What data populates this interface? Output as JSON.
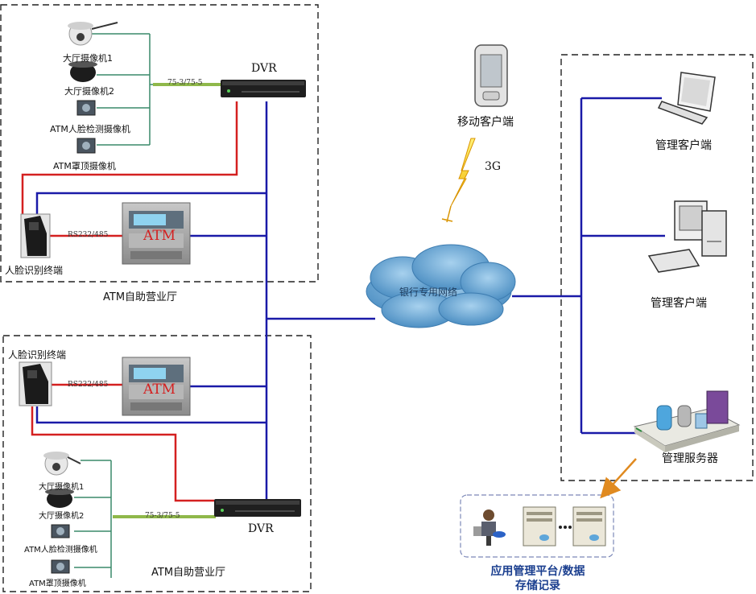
{
  "zone_top": {
    "title": "ATM自助营业厅",
    "cameras": [
      "大厅摄像机1",
      "大厅摄像机2",
      "ATM人脸检测摄像机",
      "ATM罩顶摄像机"
    ],
    "cable": "75-3/75-5",
    "dvr": "DVR",
    "face_terminal": "人脸识别终端",
    "serial": "RS232/485",
    "atm": "ATM"
  },
  "zone_bottom": {
    "title": "ATM自助营业厅",
    "cameras": [
      "大厅摄像机1",
      "大厅摄像机2",
      "ATM人脸检测摄像机",
      "ATM罩顶摄像机"
    ],
    "cable": "75-3/75-5",
    "dvr": "DVR",
    "face_terminal": "人脸识别终端",
    "serial": "RS232/485",
    "atm": "ATM"
  },
  "network": {
    "cloud": "银行专用网络",
    "mobile_client": "移动客户端",
    "wireless": "3G"
  },
  "management": {
    "client_laptop": "管理客户端",
    "client_desktop": "管理客户端",
    "server": "管理服务器"
  },
  "platform": {
    "line1": "应用管理平台/数据",
    "line2": "存储记录"
  },
  "colors": {
    "network_line": "#1a1aa8",
    "power_line": "#d42020",
    "coax_line": "#8fb84a",
    "camera_bus": "#3a8a6a",
    "server_link": "#e08a20"
  }
}
